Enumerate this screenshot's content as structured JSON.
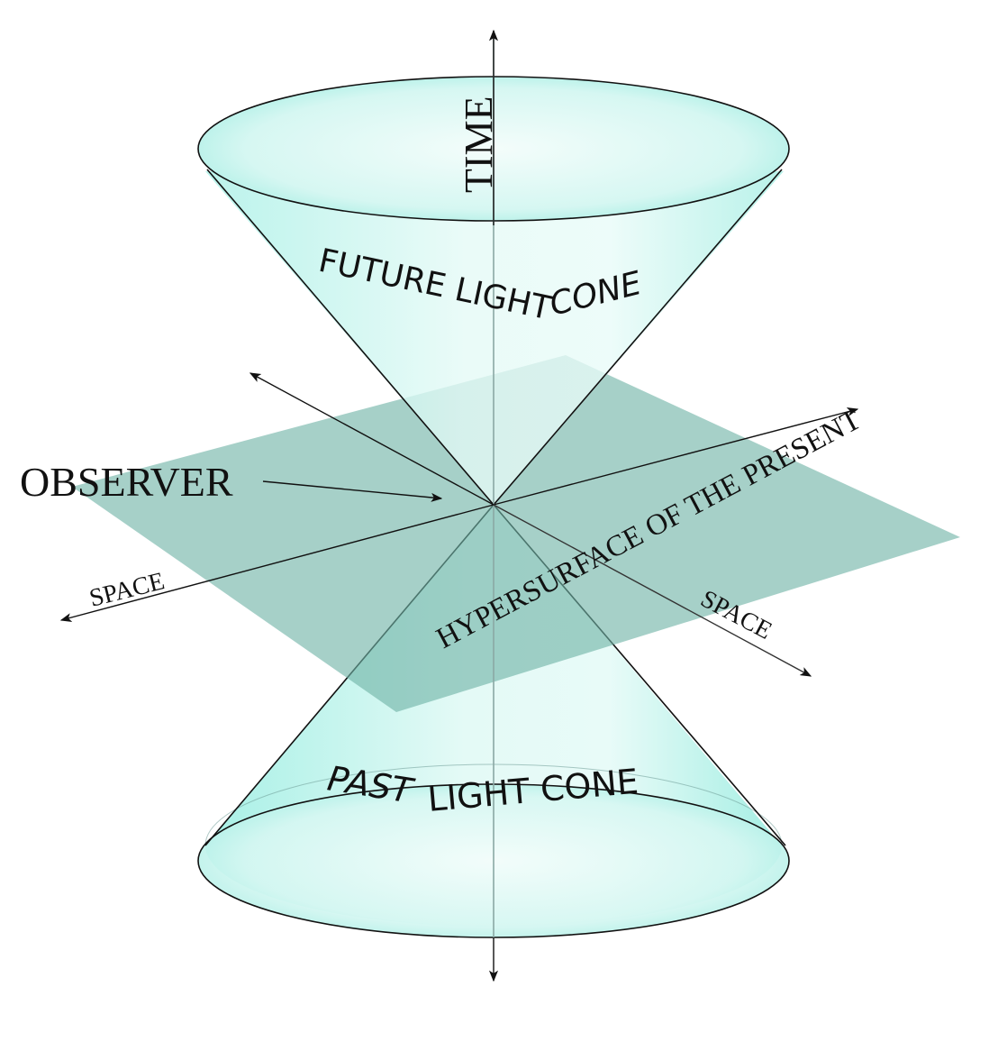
{
  "labels": {
    "time": "TIME",
    "observer": "OBSERVER",
    "space_left": "SPACE",
    "space_right": "SPACE",
    "hypersurface": "HYPERSURFACE OF THE PRESENT",
    "future_light_cone_upright": "FUTURE LIGHT",
    "future_light_cone_italic": "CONE",
    "past_light_cone_italic": "PAST",
    "past_light_cone_upright": "LIGHT CONE"
  },
  "colors": {
    "cone_fill": "#b8f2ea",
    "cone_rim": "#7ee8dc",
    "plane_fill": "#6fb3a6",
    "line": "#111111",
    "axis_inner": "#8aa8a4"
  }
}
